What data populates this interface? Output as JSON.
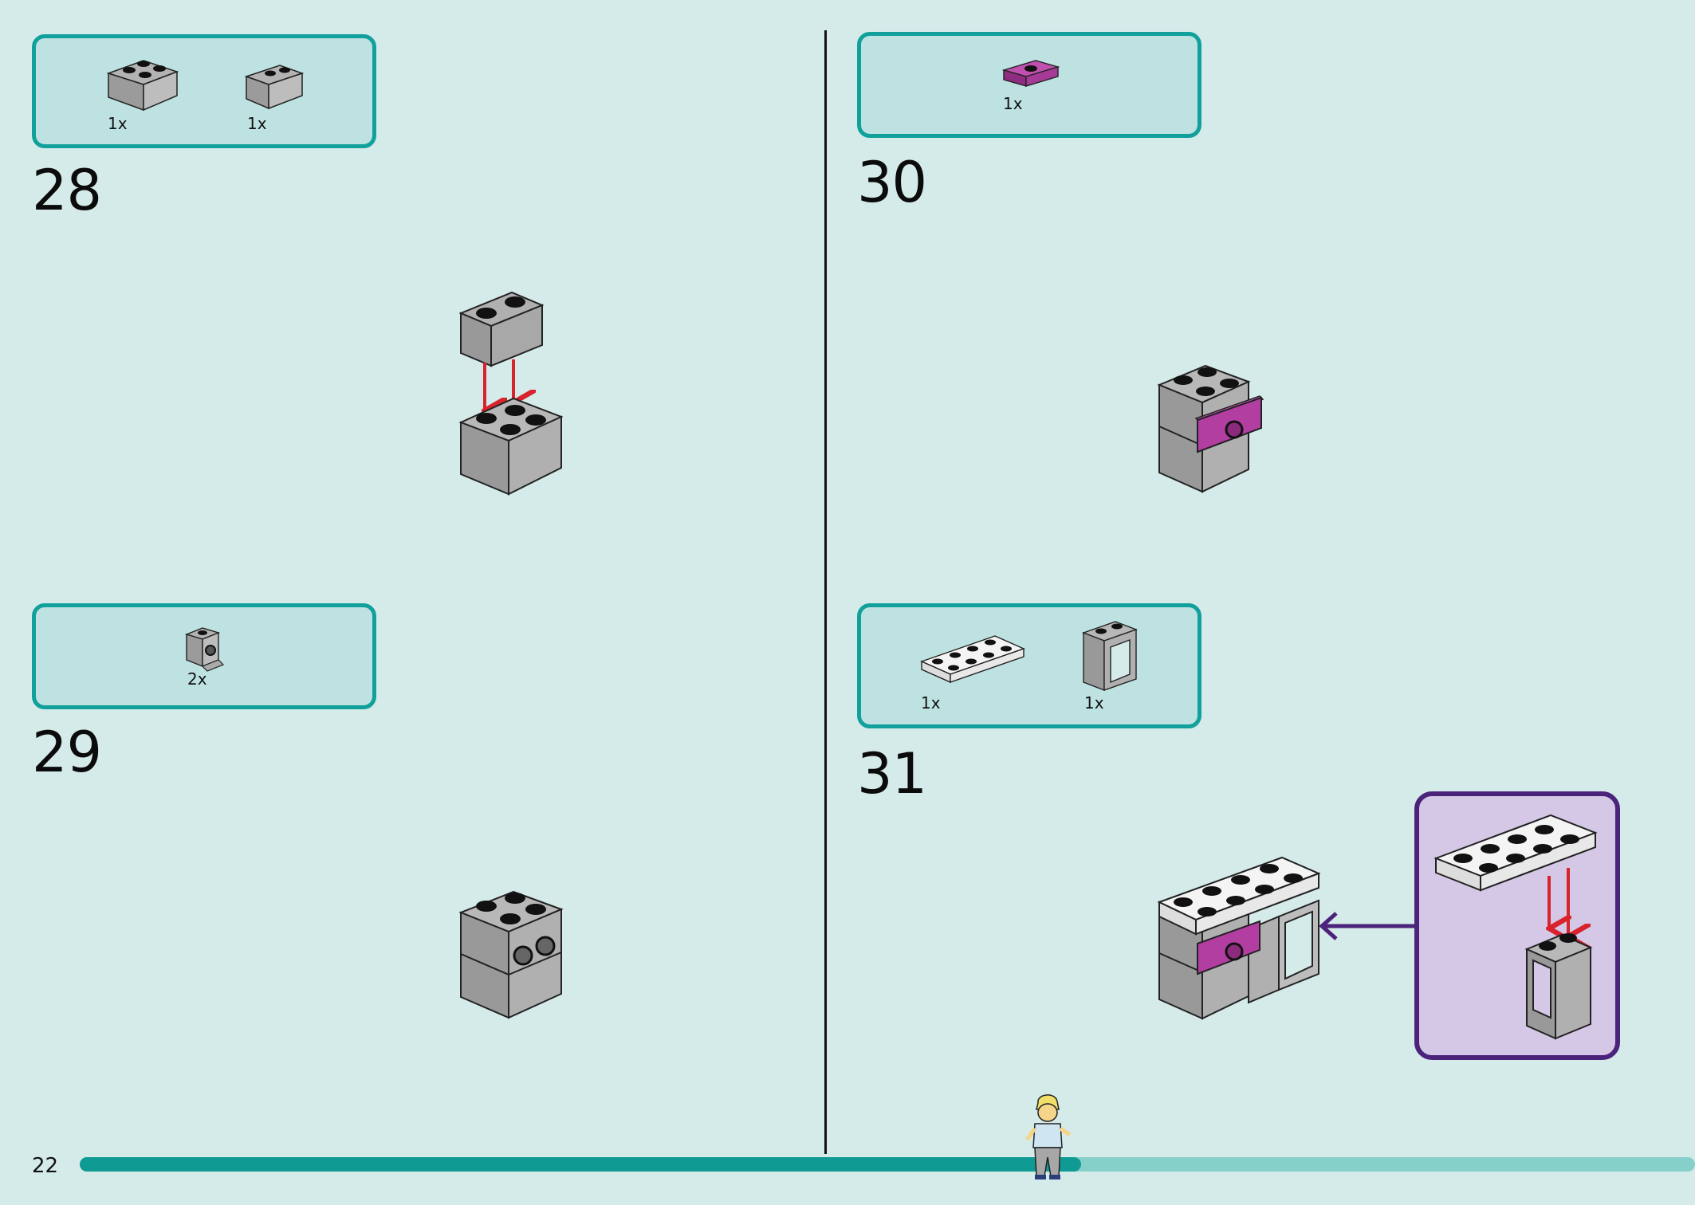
{
  "page": {
    "number": "22",
    "progress_fraction": 0.62
  },
  "steps": [
    {
      "number": "28",
      "parts": [
        {
          "name": "gray 2x2 brick",
          "qty": "1x"
        },
        {
          "name": "gray 1x2 brick",
          "qty": "1x"
        }
      ]
    },
    {
      "number": "29",
      "parts": [
        {
          "name": "gray 1x1 brick with headlight",
          "qty": "2x"
        }
      ]
    },
    {
      "number": "30",
      "parts": [
        {
          "name": "magenta 1x2 jumper plate",
          "qty": "1x"
        }
      ]
    },
    {
      "number": "31",
      "parts": [
        {
          "name": "white 2x4 plate",
          "qty": "1x"
        },
        {
          "name": "gray 1x2x2 window frame",
          "qty": "1x"
        }
      ]
    }
  ],
  "colors": {
    "background": "#d5ebea",
    "parts_box_border": "#11a09b",
    "parts_box_fill": "#bde2e1",
    "arrow_red": "#d8222c",
    "callout_border": "#4b237a",
    "callout_fill": "#d4c8e6",
    "progress": "#0f9a93"
  }
}
